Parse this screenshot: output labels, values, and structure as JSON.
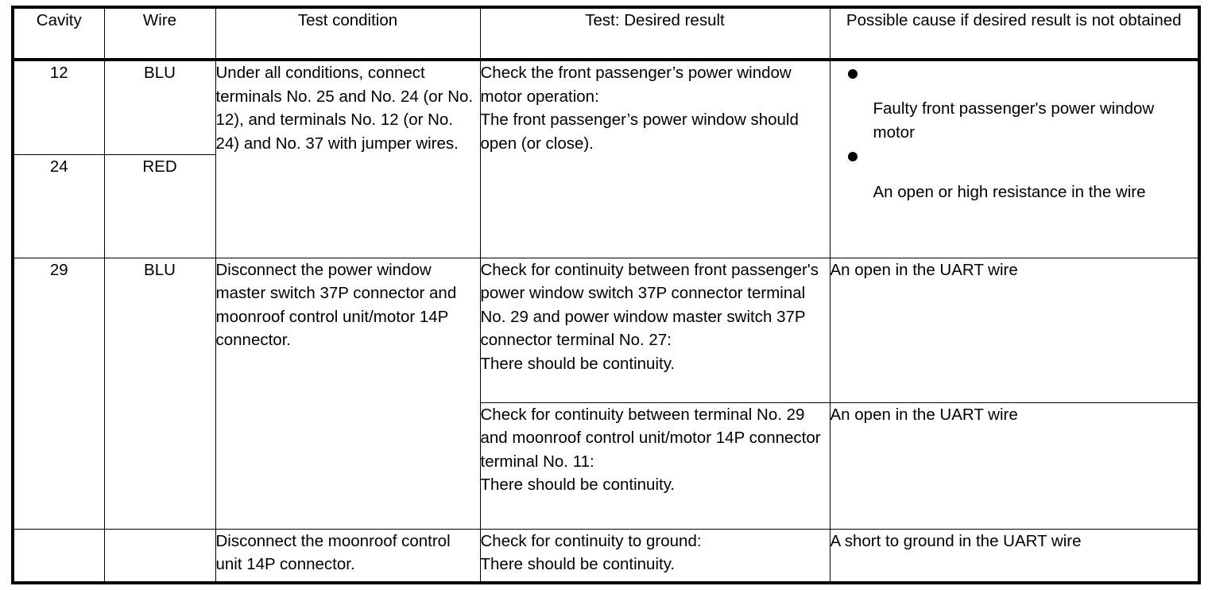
{
  "table": {
    "headers": [
      "Cavity",
      "Wire",
      "Test condition",
      "Test: Desired result",
      "Possible cause if desired result is not obtained"
    ],
    "rows": [
      {
        "cavity": "12",
        "wire": "BLU",
        "test_condition": "Under all conditions, connect terminals No. 25   and No. 24 (or No. 12), and terminals No. 12 (or No. 24) and No. 37   with jumper wires.",
        "test_desired_result": "Check the front passenger’s power window motor operation:\nThe front passenger’s power window should open (or close).",
        "possible_causes": [
          "Faulty front passenger's power window motor",
          "An open or high resistance in the wire"
        ]
      },
      {
        "cavity": "24",
        "wire": "RED"
      },
      {
        "cavity": "29",
        "wire": "BLU",
        "test_condition": "Disconnect the power window master switch 37P connector and moonroof control unit/motor 14P connector.",
        "test_desired_result": "Check for continuity between front passenger's power window switch 37P connector terminal No. 29   and power window master switch 37P connector terminal No. 27:\nThere should be continuity.",
        "possible_cause": "An open in the UART wire"
      },
      {
        "test_desired_result": "Check for continuity between terminal No. 29   and moonroof control unit/motor 14P connector terminal No. 11:\nThere should be continuity.",
        "possible_cause": "An open in the UART wire"
      },
      {
        "test_condition": "Disconnect the moonroof control unit 14P connector.",
        "test_desired_result": "Check for continuity to ground:\nThere should be continuity.",
        "possible_cause": "A short to ground in the UART wire"
      }
    ]
  },
  "colors": {
    "border": "#000000",
    "text": "#000000",
    "background": "#ffffff"
  }
}
